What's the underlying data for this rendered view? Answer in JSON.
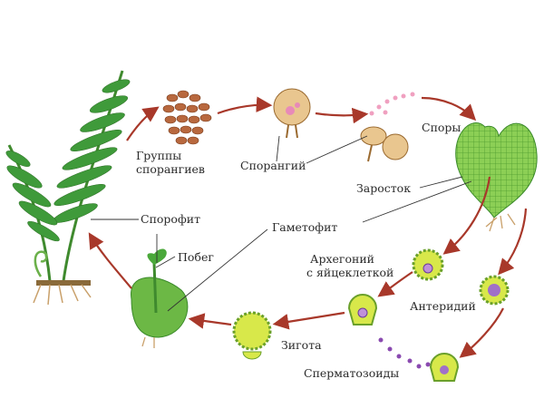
{
  "labels": {
    "sporangia_groups_1": "Группы",
    "sporangia_groups_2": "спорангиев",
    "sporangium": "Спорангий",
    "spores": "Споры",
    "prothallus": "Заросток",
    "sporophyte": "Спорофит",
    "gametophyte": "Гаметофит",
    "shoot": "Побег",
    "archegonium_1": "Архегоний",
    "archegonium_2": "с яйцеклеткой",
    "antheridium": "Антеридий",
    "zygote": "Зигота",
    "spermatozoids": "Сперматозоиды"
  },
  "colors": {
    "arrow": "#a8382a",
    "leaf": "#3f9a3a",
    "gametophyte": "#7cc24a",
    "sporangia": "#b8683e"
  }
}
